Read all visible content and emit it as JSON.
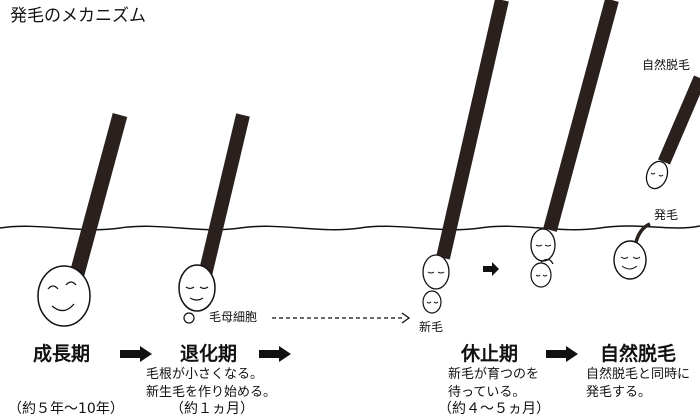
{
  "title": "発毛のメカニズム",
  "stages": [
    {
      "name": "成長期",
      "period": "（約５年〜10年）"
    },
    {
      "name": "退化期",
      "description": "毛根が小さくなる。\n新生毛を作り始める。",
      "period": "（約１ヵ月）"
    },
    {
      "name": "休止期",
      "description": "新毛が育つのを\n待っている。",
      "period": "（約４〜５ヵ月）"
    },
    {
      "name": "自然脱毛",
      "description": "自然脱毛と同時に\n発毛する。"
    }
  ],
  "labels": {
    "hair_matrix_cell": "毛母細胞",
    "new_hair": "新毛",
    "sprouting_hair": "発毛",
    "shed_hair": "自然脱毛"
  },
  "colors": {
    "hair": "#2a201d",
    "line": "#111111"
  }
}
